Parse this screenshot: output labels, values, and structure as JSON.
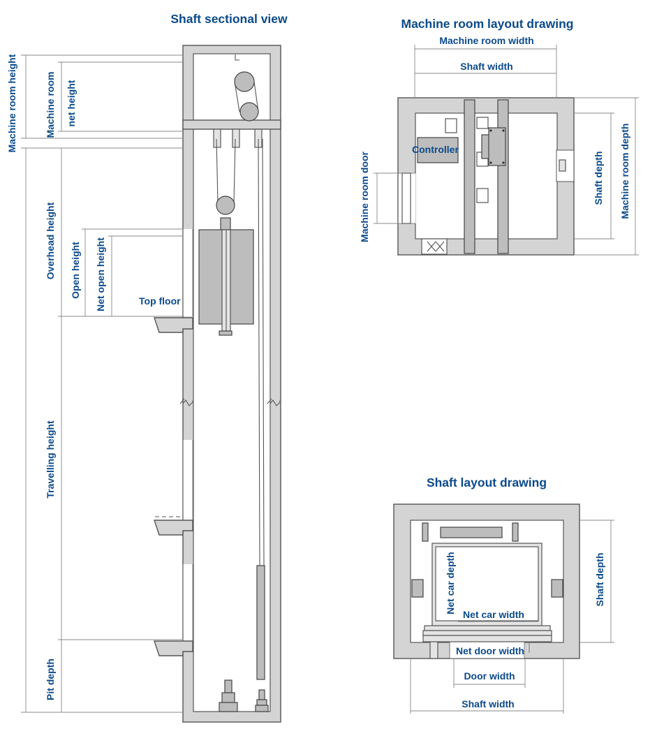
{
  "diagrams": {
    "sectional": {
      "title": "Shaft sectional view",
      "labels": {
        "machine_room_height": "Machine room height",
        "machine_room": "Machine room",
        "net_height": "net height",
        "overhead_height": "Overhead height",
        "open_height": "Open height",
        "net_open_height": "Net open height",
        "top_floor": "Top floor",
        "travelling_height": "Travelling height",
        "pit_depth": "Pit depth"
      }
    },
    "machine_room_layout": {
      "title": "Machine room layout drawing",
      "labels": {
        "machine_room_width": "Machine room width",
        "shaft_width": "Shaft width",
        "controller": "Controller",
        "machine_room_door": "Machine room door",
        "shaft_depth": "Shaft depth",
        "machine_room_depth": "Machine room depth"
      }
    },
    "shaft_layout": {
      "title": "Shaft layout drawing",
      "labels": {
        "net_car_depth": "Net car depth",
        "net_car_width": "Net car width",
        "net_door_width": "Net door width",
        "door_width": "Door width",
        "shaft_width": "Shaft width",
        "shaft_depth": "Shaft depth"
      }
    }
  }
}
